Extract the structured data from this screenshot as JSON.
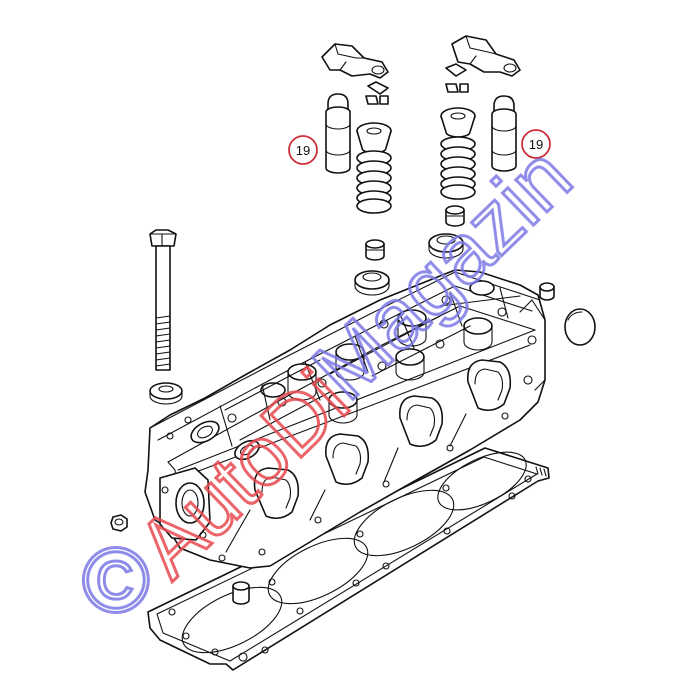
{
  "callouts": [
    {
      "label": "19",
      "part": "hydraulic-tappet-left"
    },
    {
      "label": "19",
      "part": "hydraulic-tappet-right"
    }
  ],
  "watermark": {
    "symbol": "©",
    "text_red": "AutoDi",
    "text_blue": "Magazin",
    "colors": {
      "red": "#e8484f",
      "blue": "#7b78e6"
    }
  },
  "colors": {
    "line": "#111111",
    "callout_ring": "#cc2f38",
    "background": "#ffffff"
  }
}
